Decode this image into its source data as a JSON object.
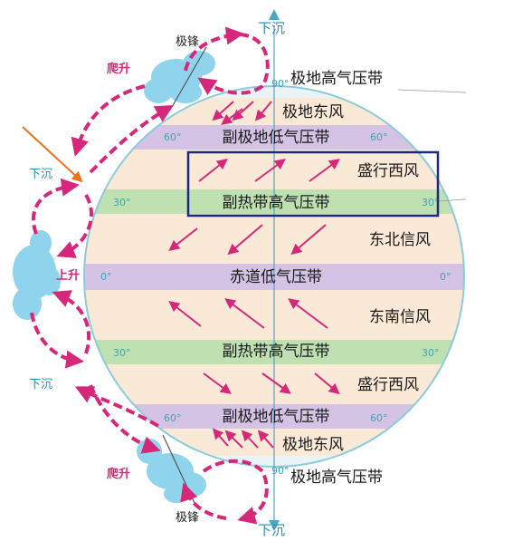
{
  "diagram": {
    "pressure_belts": {
      "polar_high_north": "极地高气压带",
      "subpolar_low_north": "副极地低气压带",
      "subtropical_high_north": "副热带高气压带",
      "equatorial_low": "赤道低气压带",
      "subtropical_high_south": "副热带高气压带",
      "subpolar_low_south": "副极地低气压带",
      "polar_high_south": "极地高气压带"
    },
    "wind_belts": {
      "polar_easterlies_north": "极地东风",
      "westerlies_north": "盛行西风",
      "ne_trades": "东北信风",
      "se_trades": "东南信风",
      "westerlies_south": "盛行西风",
      "polar_easterlies_south": "极地东风"
    },
    "latitudes": {
      "n90": "90°",
      "n60_left": "60°",
      "n60_right": "60°",
      "n30_left": "30°",
      "n30_right": "30°",
      "eq_left": "0°",
      "eq_right": "0°",
      "s30_left": "30°",
      "s30_right": "30°",
      "s60_left": "60°",
      "s60_right": "60°",
      "s90": "90°"
    },
    "vertical_motion": {
      "sink_top": "下沉",
      "sink_left_upper": "下沉",
      "rise_equator": "上升",
      "sink_left_lower": "下沉",
      "sink_bottom": "下沉",
      "climb_upper": "爬升",
      "climb_lower": "爬升"
    },
    "fronts": {
      "upper": "极锋",
      "lower": "极锋"
    },
    "colors": {
      "circulation_arrow": "#d6287a",
      "pointer_arrow": "#e8731f",
      "highlight_box": "#1b2a7a",
      "low_belt": "#d5c3e6",
      "high_belt": "#bfe0b0",
      "wind_zone": "#fbe9d7",
      "polar_cap": "#eaf4f7",
      "globe_outline": "#8ccbdc",
      "cloud": "#8fd3ec"
    }
  }
}
